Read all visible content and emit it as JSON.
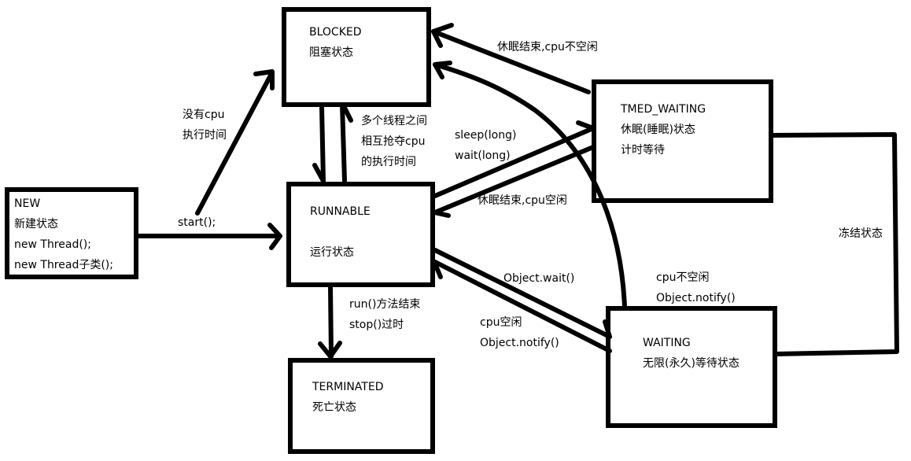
{
  "states": {
    "new": {
      "name": "NEW",
      "lines": [
        "新建状态",
        "new Thread();",
        "new Thread子类();"
      ]
    },
    "blocked": {
      "name": "BLOCKED",
      "lines": [
        "阻塞状态"
      ]
    },
    "runnable": {
      "name": "RUNNABLE",
      "lines": [
        "运行状态"
      ]
    },
    "terminated": {
      "name": "TERMINATED",
      "lines": [
        "死亡状态"
      ]
    },
    "timed_waiting": {
      "name": "TMED_WAITING",
      "lines": [
        "休眠(睡眠)状态",
        "计时等待"
      ]
    },
    "waiting": {
      "name": "WAITING",
      "lines": [
        "无限(永久)等待状态"
      ]
    }
  },
  "labels": {
    "start": "start();",
    "no_cpu": [
      "没有cpu",
      "执行时间"
    ],
    "compete": [
      "多个线程之间",
      "相互抢夺cpu",
      "的执行时间"
    ],
    "sleep_wait": [
      "sleep(long)",
      "wait(long)"
    ],
    "sleep_end_busy": "休眠结束,cpu不空闲",
    "sleep_end_free": "休眠结束,cpu空闲",
    "run_end": [
      "run()方法结束",
      "stop()过时"
    ],
    "object_wait": "Object.wait()",
    "cpu_free_notify": [
      "cpu空闲",
      "Object.notify()"
    ],
    "cpu_busy_notify": [
      "cpu不空闲",
      "Object.notify()"
    ],
    "frozen": "冻结状态"
  }
}
